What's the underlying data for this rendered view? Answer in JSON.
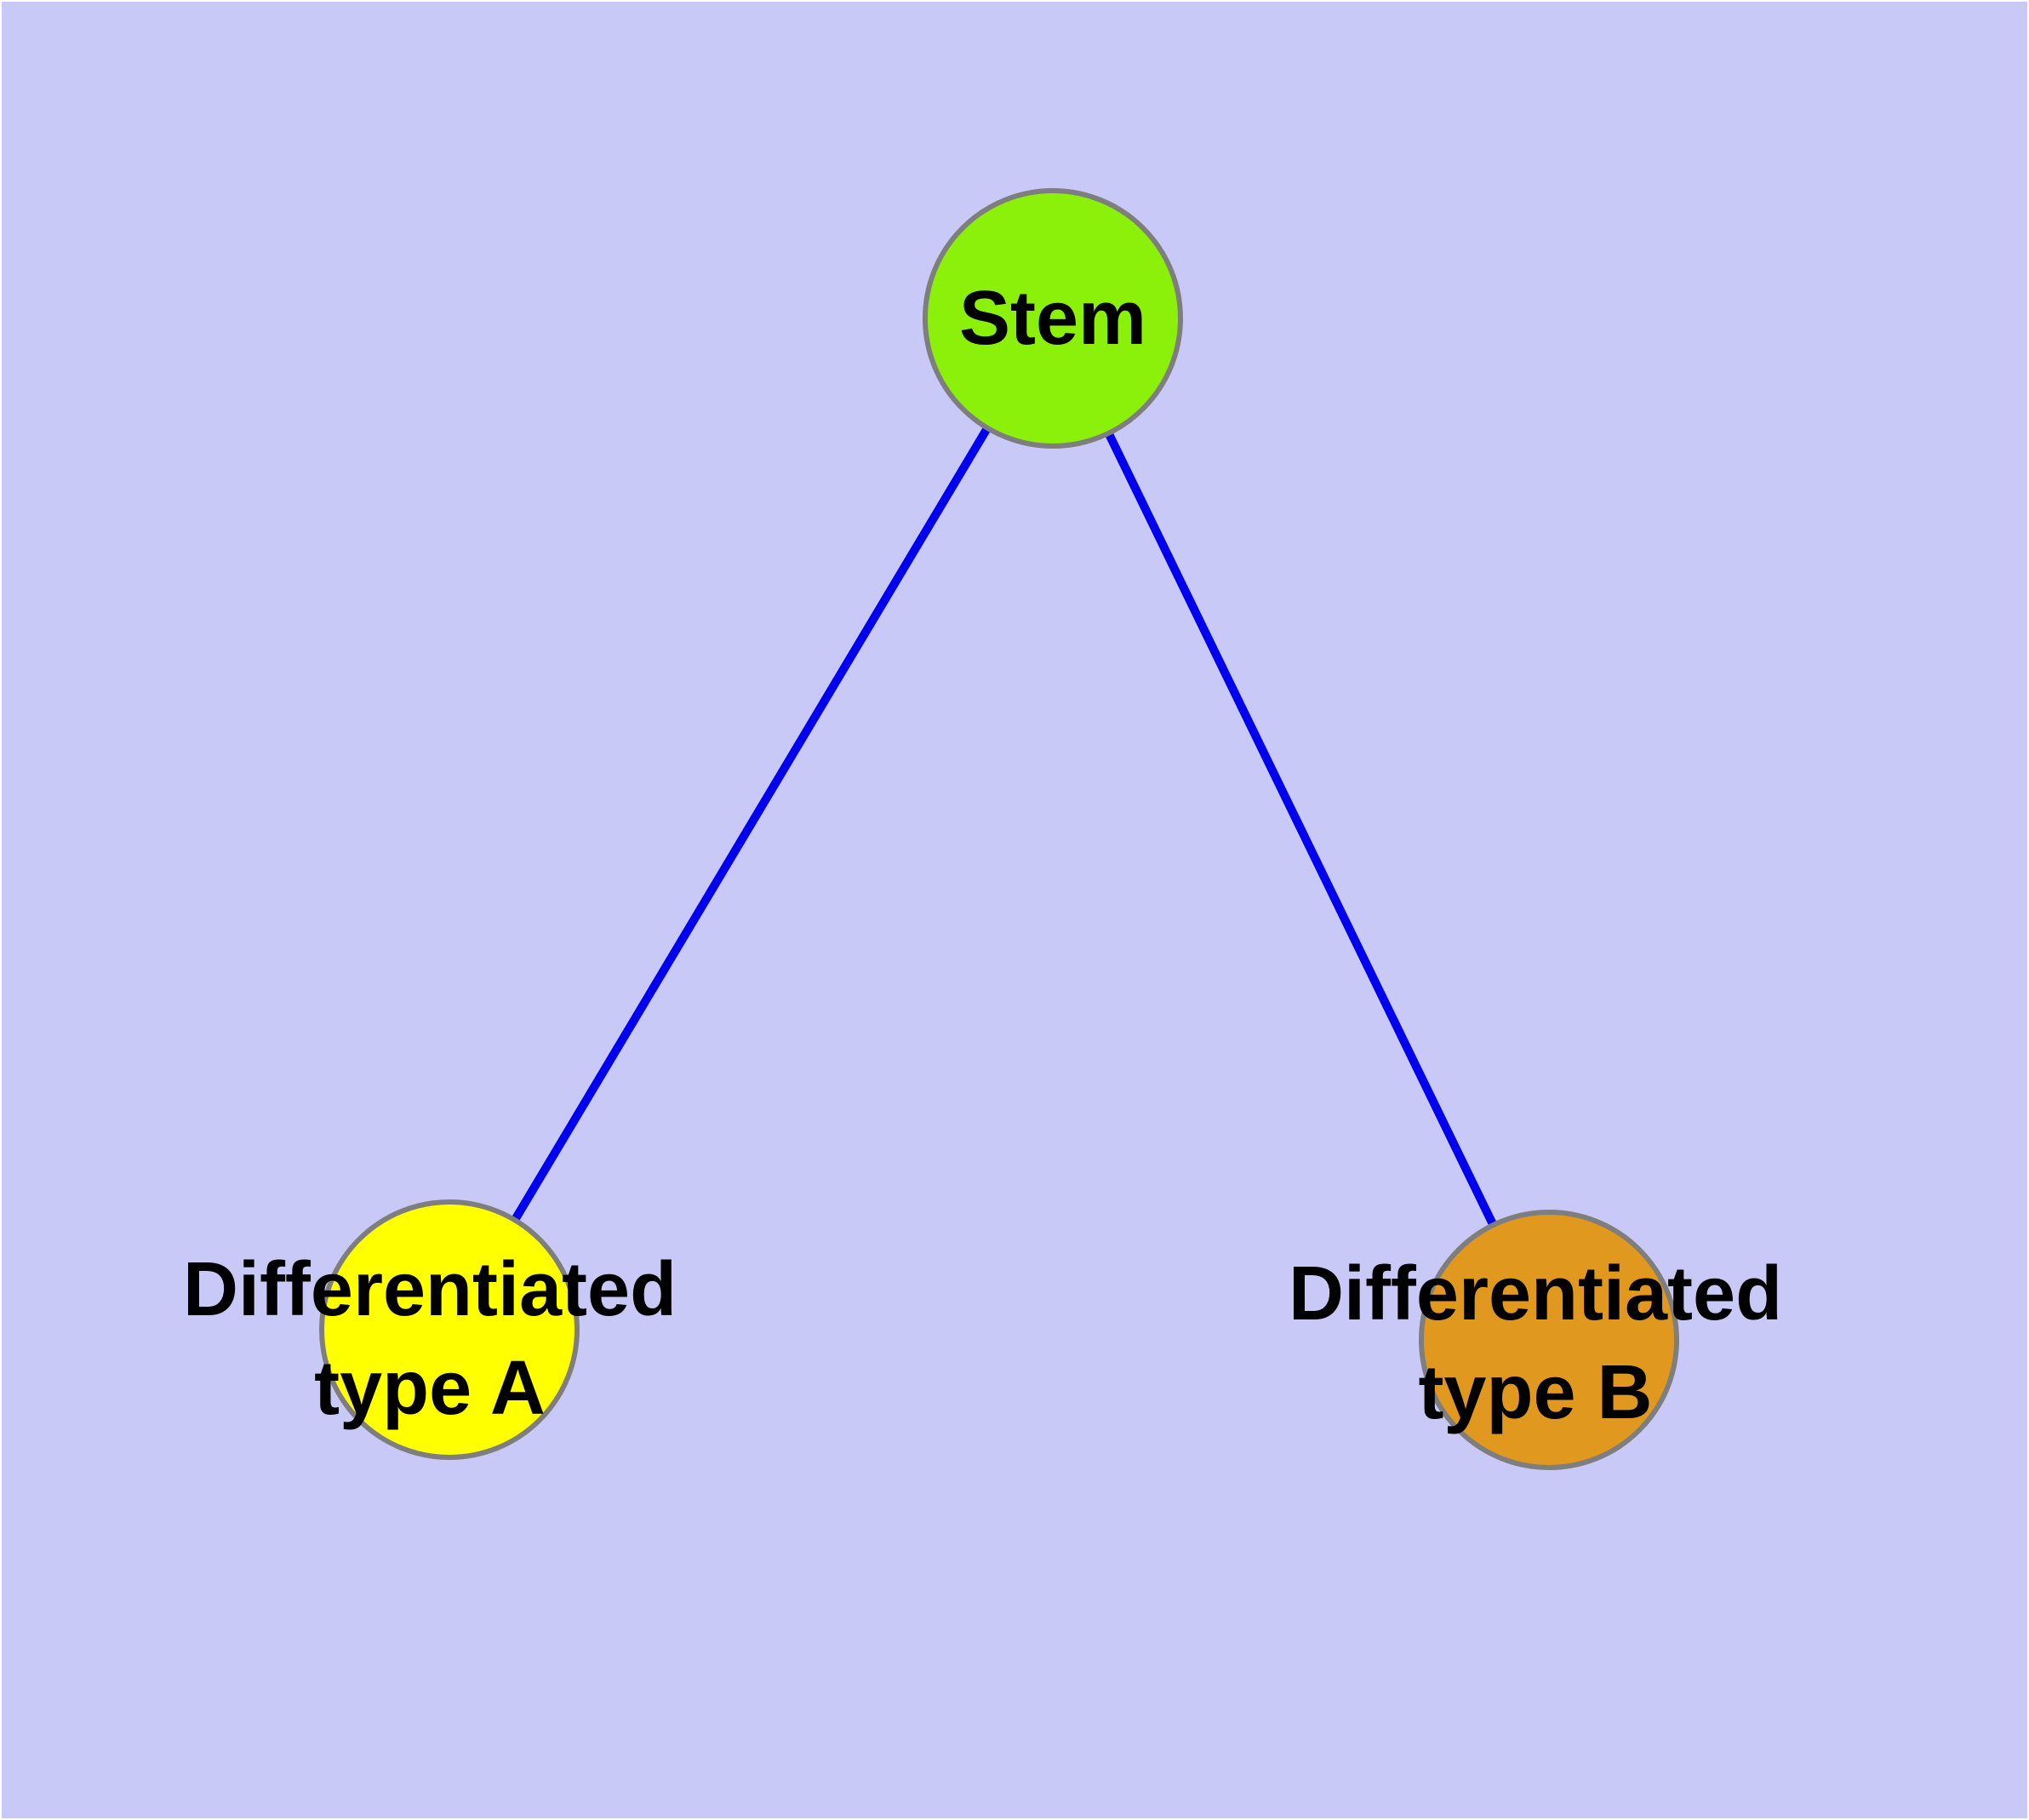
{
  "diagram": {
    "background_color": "#C9C9F7",
    "image_border_color": "#FFFFFF",
    "node_border_color": "#7E7E7E",
    "edge_color": "#0000EE",
    "label_color": "#000000",
    "nodes": {
      "stem": {
        "label": "Stem",
        "fill": "#8BF00A"
      },
      "type_a": {
        "label_line1": "Differentiated",
        "label_line2": "type A",
        "fill": "#FFFF00"
      },
      "type_b": {
        "label_line1": "Differentiated",
        "label_line2": "type B",
        "fill": "#E0981F"
      }
    },
    "edges": [
      {
        "from": "Stem",
        "to": "Differentiated type A"
      },
      {
        "from": "Stem",
        "to": "Differentiated type B"
      }
    ]
  }
}
